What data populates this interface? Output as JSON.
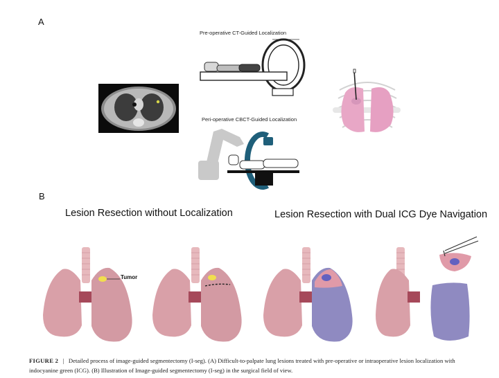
{
  "panel_a": {
    "label": "A",
    "preop_title": "Pre-operative CT-Guided Localization",
    "periop_title": "Peri-operative CBCT-Guided Localization"
  },
  "panel_b": {
    "label": "B",
    "left_title": "Lesion Resection without Localization",
    "right_title": "Lesion Resection with Dual ICG Dye Navigation",
    "tumor_label": "Tumor"
  },
  "caption": {
    "figure_label": "FIGURE 2",
    "separator": "|",
    "text": "Detailed process of image-guided segmentectomy (I-seg). (A) Difficult-to-palpate lung lesions treated with pre-operative or intraoperative lesion localization with indocyanine green (ICG). (B) Illustration of Image-guided segmentectomy (I-seg) in the surgical field of view."
  },
  "colors": {
    "lung_pink": "#d9a0a8",
    "lung_dark": "#b87884",
    "icg_purple": "#7b76b6",
    "arm_grey": "#c9c9c9",
    "c_arm_blue": "#1f5f7a",
    "trachea": "#e7b9bd"
  }
}
